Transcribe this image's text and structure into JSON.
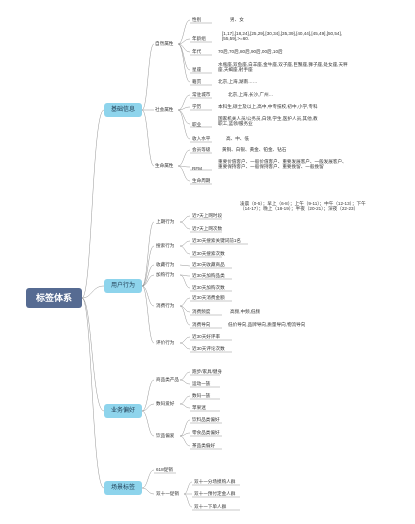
{
  "root": "标签体系",
  "categories": {
    "basic": "基础信息",
    "user_behavior": "用户行为",
    "business_pref": "业务偏好",
    "scene": "场景标签"
  },
  "basic": {
    "natural": "自然属性",
    "gender": "性别",
    "gender_v": "男、女",
    "age_group": "年龄组",
    "age_group_v": "[1,17],[18,24],[25,29],[30,34],[35,39],[40,44],[45,49],[50,54],[55,59],>=60.",
    "era": "年代",
    "era_v": "70后,70后,80后,90后,00后,10后",
    "zodiac": "星座",
    "zodiac_v": "水瓶座,双鱼座,白羊座,金牛座,双子座,巨蟹座,狮子座,处女座,天秤座,天蝎座,射手座",
    "native": "籍贯",
    "native_v": "北京,上海,湖南……",
    "social": "社会属性",
    "city": "常驻城市",
    "city_v": "北京,上海,长沙,广州…",
    "edu": "学历",
    "edu_v": "本科生,硕士及以上,高中,中专技校,初中,小学,专科",
    "job": "职业",
    "job_v": "国家机关人员/公务员,白领,学生,医护人员,其他,教职工,蓝领/服务业",
    "income": "收入水平",
    "income_v": "高、中、低",
    "life": "生命属性",
    "member": "会员等级",
    "member_v": "黄铜、白银、黄金、铂金、钻石",
    "rfm": "RFM",
    "rfm_v": "重要价值客户、一般价值客户、重要发展客户、一般发展客户、重要保持客户、一般保持客户、重要挽留、一般挽留",
    "lifecycle": "生命周期"
  },
  "behavior": {
    "login": "上期行为",
    "login7": "近7天上网时段",
    "login7_v": "凌晨（0-5）；早上（6-8）；上午（9-11）；中午（12-13）；下午（14-17）；晚上（18-19）；半夜（20-21）；深夜（22-23）",
    "online7": "近7天上网次数",
    "search": "搜索行为",
    "search30": "近30天搜索关键词前1名",
    "search30n": "近30天搜索次数",
    "collect": "收藏行为",
    "collect30": "近30天收藏商品",
    "cart": "加购行为",
    "cart30": "近30天加购品类",
    "cart30n": "近30天加购次数",
    "consume": "消费行为",
    "consume30": "近30天消费金额",
    "consume_pref": "消费频度",
    "consume_pref_v": "高频,中频,低频",
    "consume_dir": "消费导向",
    "consume_dir_v": "低价导向,品牌导向,质量导向,物流导向",
    "review": "评价行为",
    "review30": "近30天好评率",
    "review30n": "近30天评论次数"
  },
  "preference": {
    "product": "商品类产品",
    "p1": "跑步/家具/健身",
    "p2": "运动一族",
    "digital": "数码爱好",
    "d1": "数码一族",
    "d2": "苹果迷",
    "style": "饮品偏爱",
    "s1": "饮料品类偏好",
    "s2": "零食品类偏好",
    "s3": "茶品类偏好"
  },
  "scene": {
    "s618": "618促销",
    "double11": "双十一促销",
    "d11_a": "双十一分场摸购人群",
    "d11_b": "双十一预付定金人群",
    "d11_c": "双十一下单人群"
  }
}
